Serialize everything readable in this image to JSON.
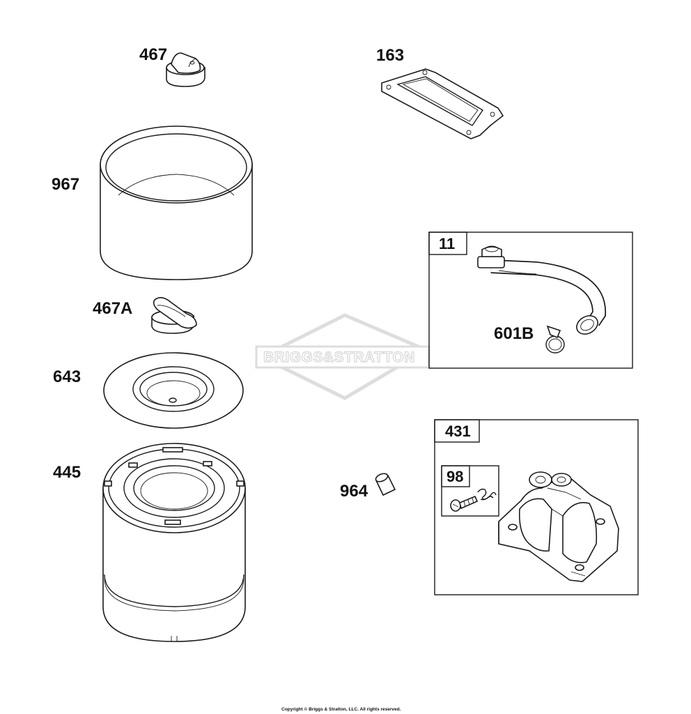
{
  "labels": {
    "p467": "467",
    "p163": "163",
    "p967": "967",
    "p467a": "467A",
    "p11": "11",
    "p601b": "601B",
    "p643": "643",
    "p445": "445",
    "p964": "964",
    "p431": "431",
    "p98": "98"
  },
  "watermark": "BRIGGS&STRATTON",
  "copyright": "Copyright © Briggs & Stratton, LLC. All rights reserved."
}
